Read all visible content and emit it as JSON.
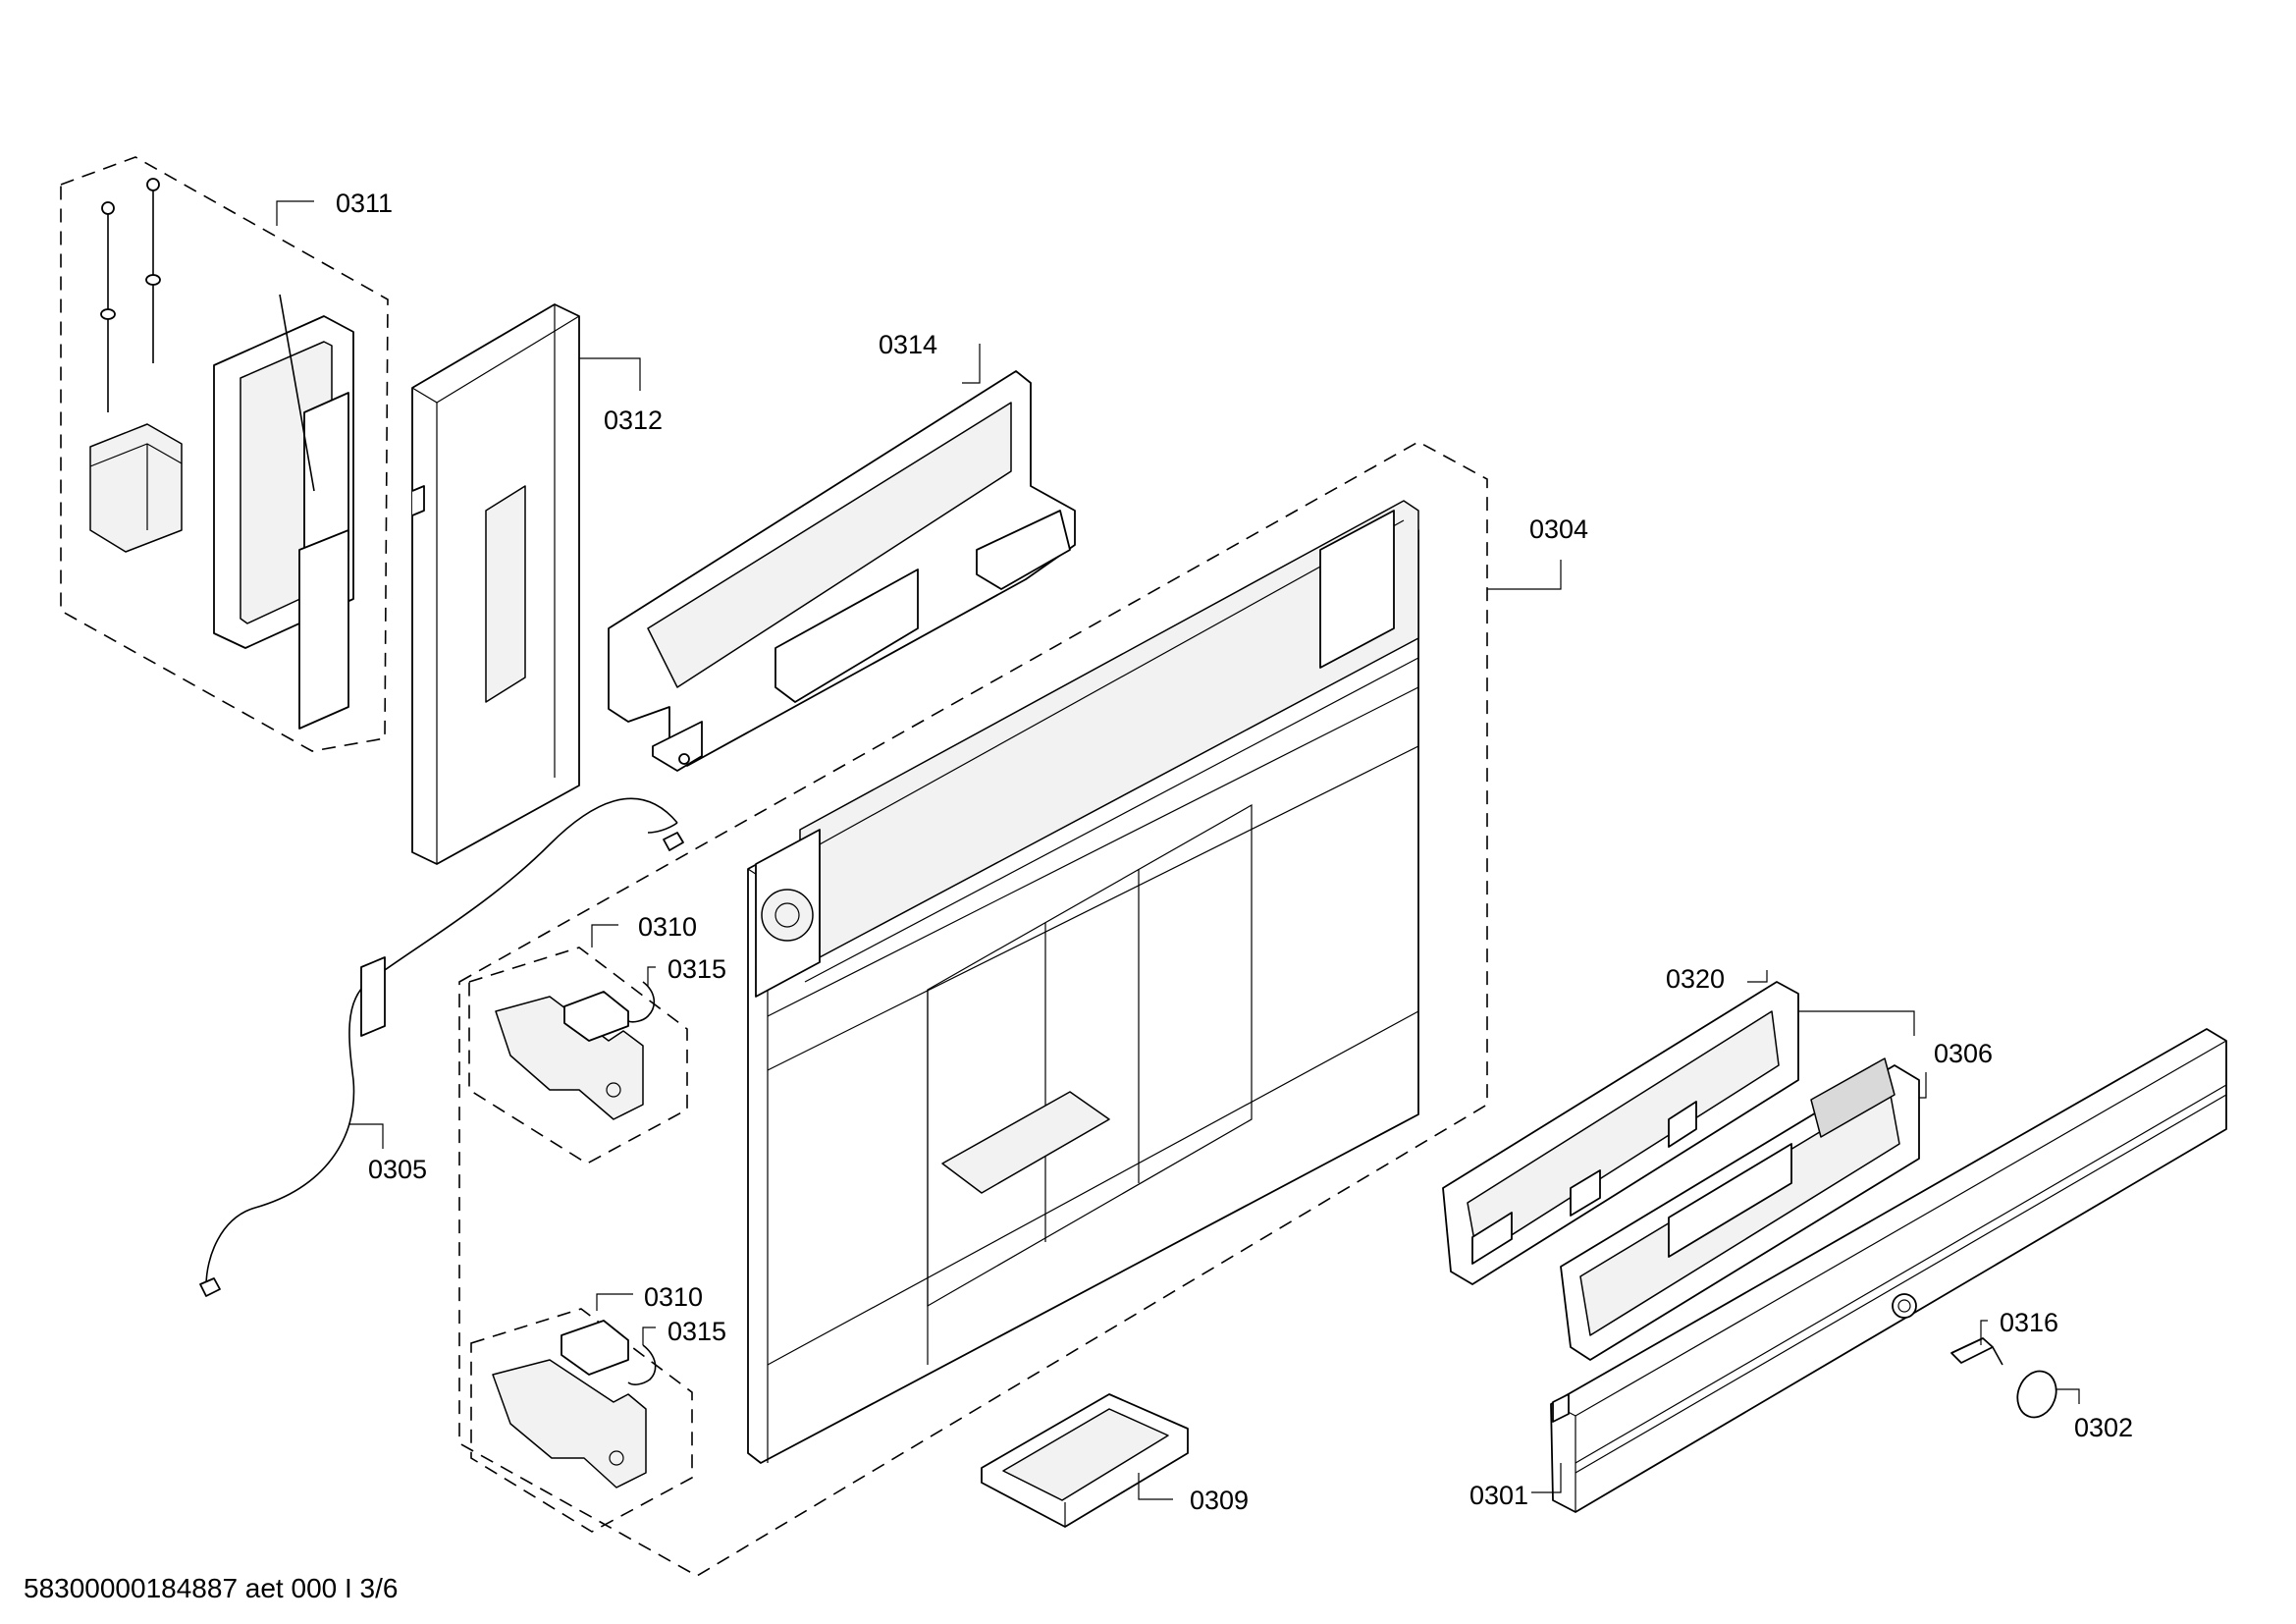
{
  "labels": {
    "p0311": "0311",
    "p0312": "0312",
    "p0314": "0314",
    "p0304": "0304",
    "p0310a": "0310",
    "p0315a": "0315",
    "p0305": "0305",
    "p0310b": "0310",
    "p0315b": "0315",
    "p0309": "0309",
    "p0320": "0320",
    "p0306": "0306",
    "p0316": "0316",
    "p0302": "0302",
    "p0301": "0301"
  },
  "footer": {
    "doc_id": "58300000184887 aet 000 I 3/6"
  },
  "colors": {
    "line": "#000000",
    "background": "#ffffff"
  }
}
